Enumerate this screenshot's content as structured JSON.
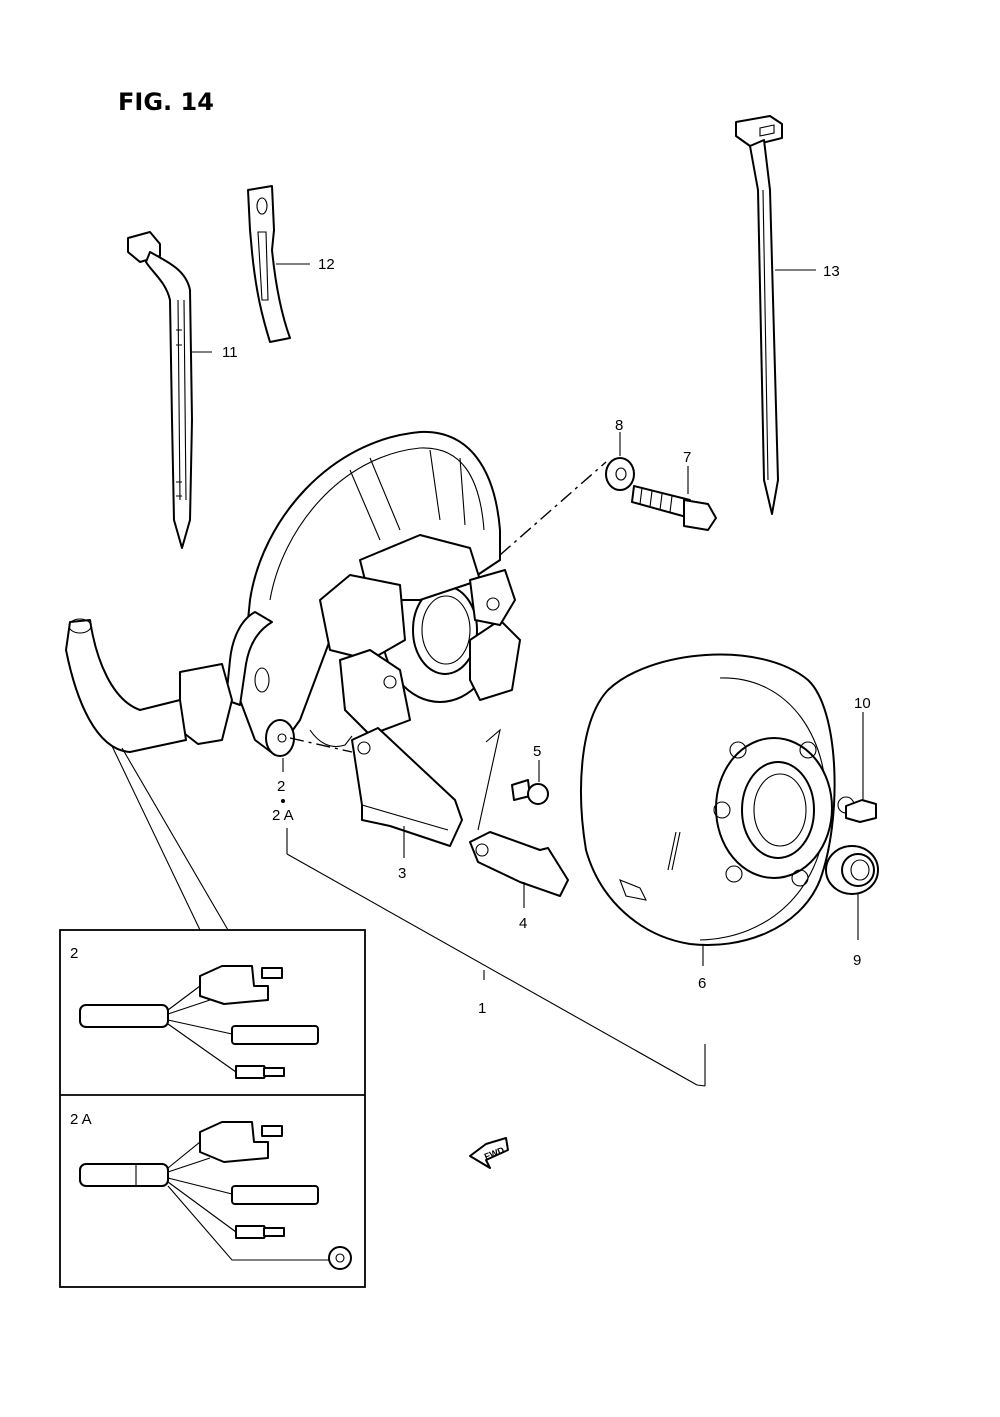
{
  "figure": {
    "title": "FIG. 14"
  },
  "callouts": {
    "p1": "1",
    "p2": "2",
    "p2a": "2 A",
    "p3": "3",
    "p4": "4",
    "p5": "5",
    "p6": "6",
    "p7": "7",
    "p8": "8",
    "p9": "9",
    "p10": "10",
    "p11": "11",
    "p12": "12",
    "p13": "13"
  },
  "insets": {
    "top_label": "2",
    "bottom_label": "2 A"
  },
  "direction_marker": {
    "label": "FWD"
  }
}
